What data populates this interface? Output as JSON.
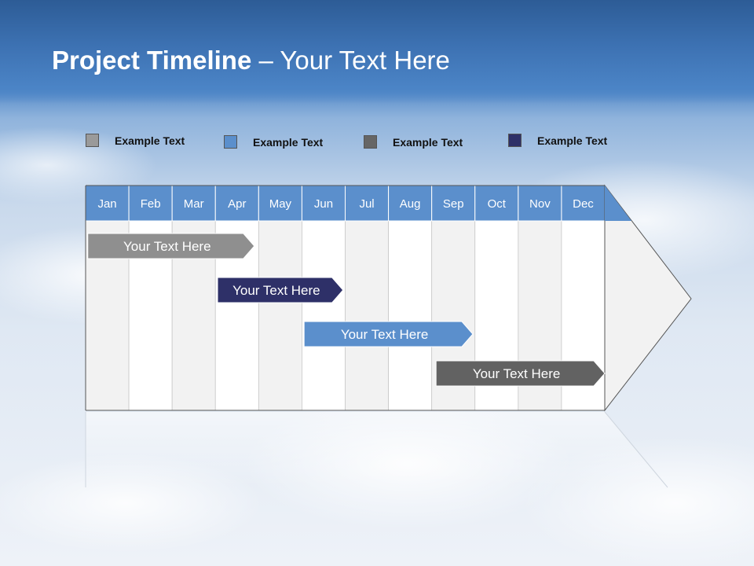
{
  "title": {
    "bold": "Project Timeline",
    "rest": " – Your Text Here"
  },
  "legend": [
    {
      "label": "Example Text",
      "color": "#9a9a9a"
    },
    {
      "label": "Example Text",
      "color": "#5b8fcc"
    },
    {
      "label": "Example Text",
      "color": "#666666"
    },
    {
      "label": "Example Text",
      "color": "#2e3068"
    }
  ],
  "timeline": {
    "months": [
      "Jan",
      "Feb",
      "Mar",
      "Apr",
      "May",
      "Jun",
      "Jul",
      "Aug",
      "Sep",
      "Oct",
      "Nov",
      "Dec"
    ],
    "header_color": "#5b8fcc",
    "tasks": [
      {
        "label": "Your  Text Here",
        "start": 0.05,
        "end": 3.9,
        "color": "#8f8f8f"
      },
      {
        "label": "Your  Text Here",
        "start": 3.05,
        "end": 5.95,
        "color": "#2e3068"
      },
      {
        "label": "Your  Text Here",
        "start": 5.05,
        "end": 8.95,
        "color": "#5b8fcc"
      },
      {
        "label": "Your  Text Here",
        "start": 8.1,
        "end": 12.0,
        "color": "#626262"
      }
    ]
  }
}
